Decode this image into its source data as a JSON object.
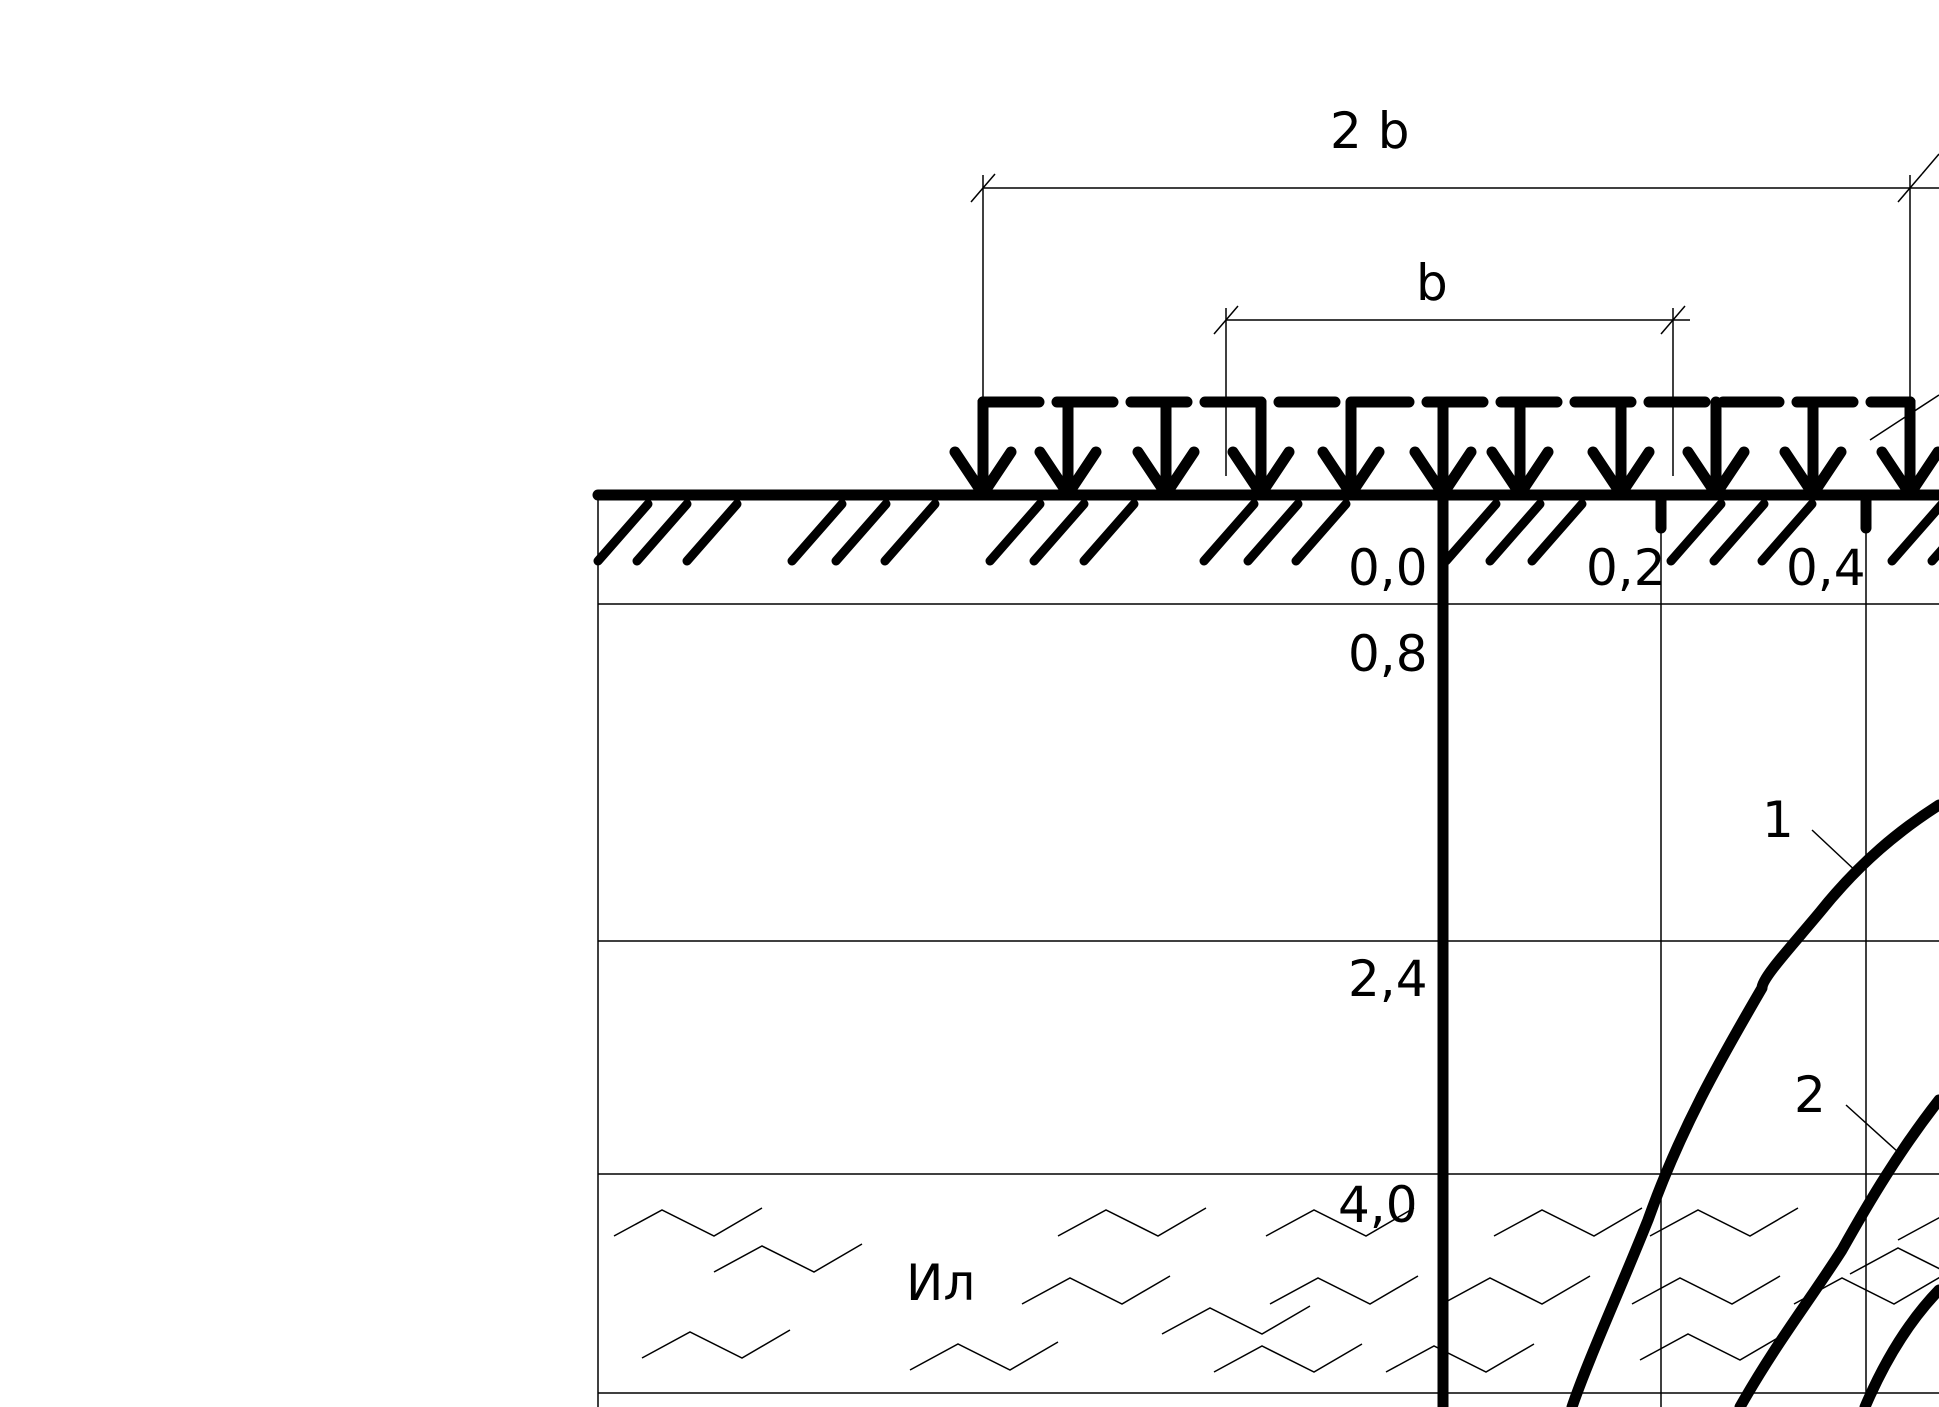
{
  "dimensions": {
    "outer_label": "2 b",
    "inner_label": "b"
  },
  "axis": {
    "horizontal_ticks": [
      "0,0",
      "0,2",
      "0,4"
    ],
    "depth_labels": [
      "0,8",
      "2,4",
      "4,0"
    ]
  },
  "curves": {
    "curve_1_label": "1",
    "curve_2_label": "2"
  },
  "soil": {
    "layer_label": "Ил"
  }
}
